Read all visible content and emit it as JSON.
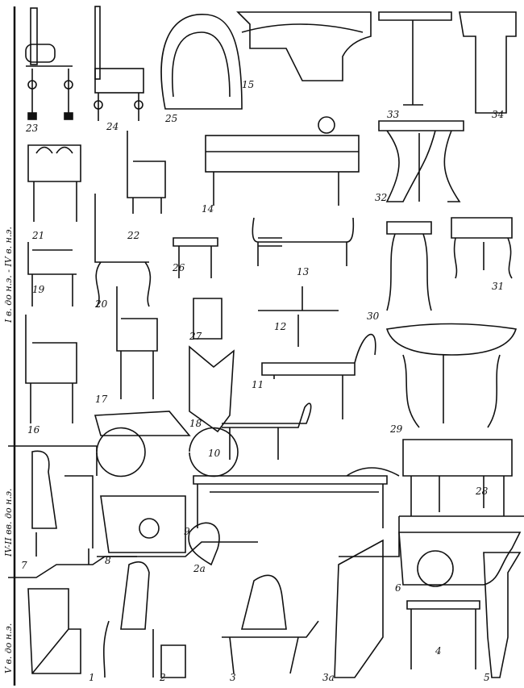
{
  "eras": [
    "I в. до н.э. - IV в. н.э.",
    "IV-II вв. до н.э.",
    "V в. до н.э."
  ],
  "figures": [
    "23",
    "24",
    "25",
    "15",
    "33",
    "34",
    "14",
    "32",
    "21",
    "22",
    "26",
    "13",
    "31",
    "19",
    "20",
    "12",
    "30",
    "27",
    "11",
    "17",
    "18",
    "16",
    "10",
    "29",
    "28",
    "9",
    "7",
    "8",
    "2a",
    "6",
    "1",
    "2",
    "3",
    "3a",
    "4",
    "5"
  ]
}
